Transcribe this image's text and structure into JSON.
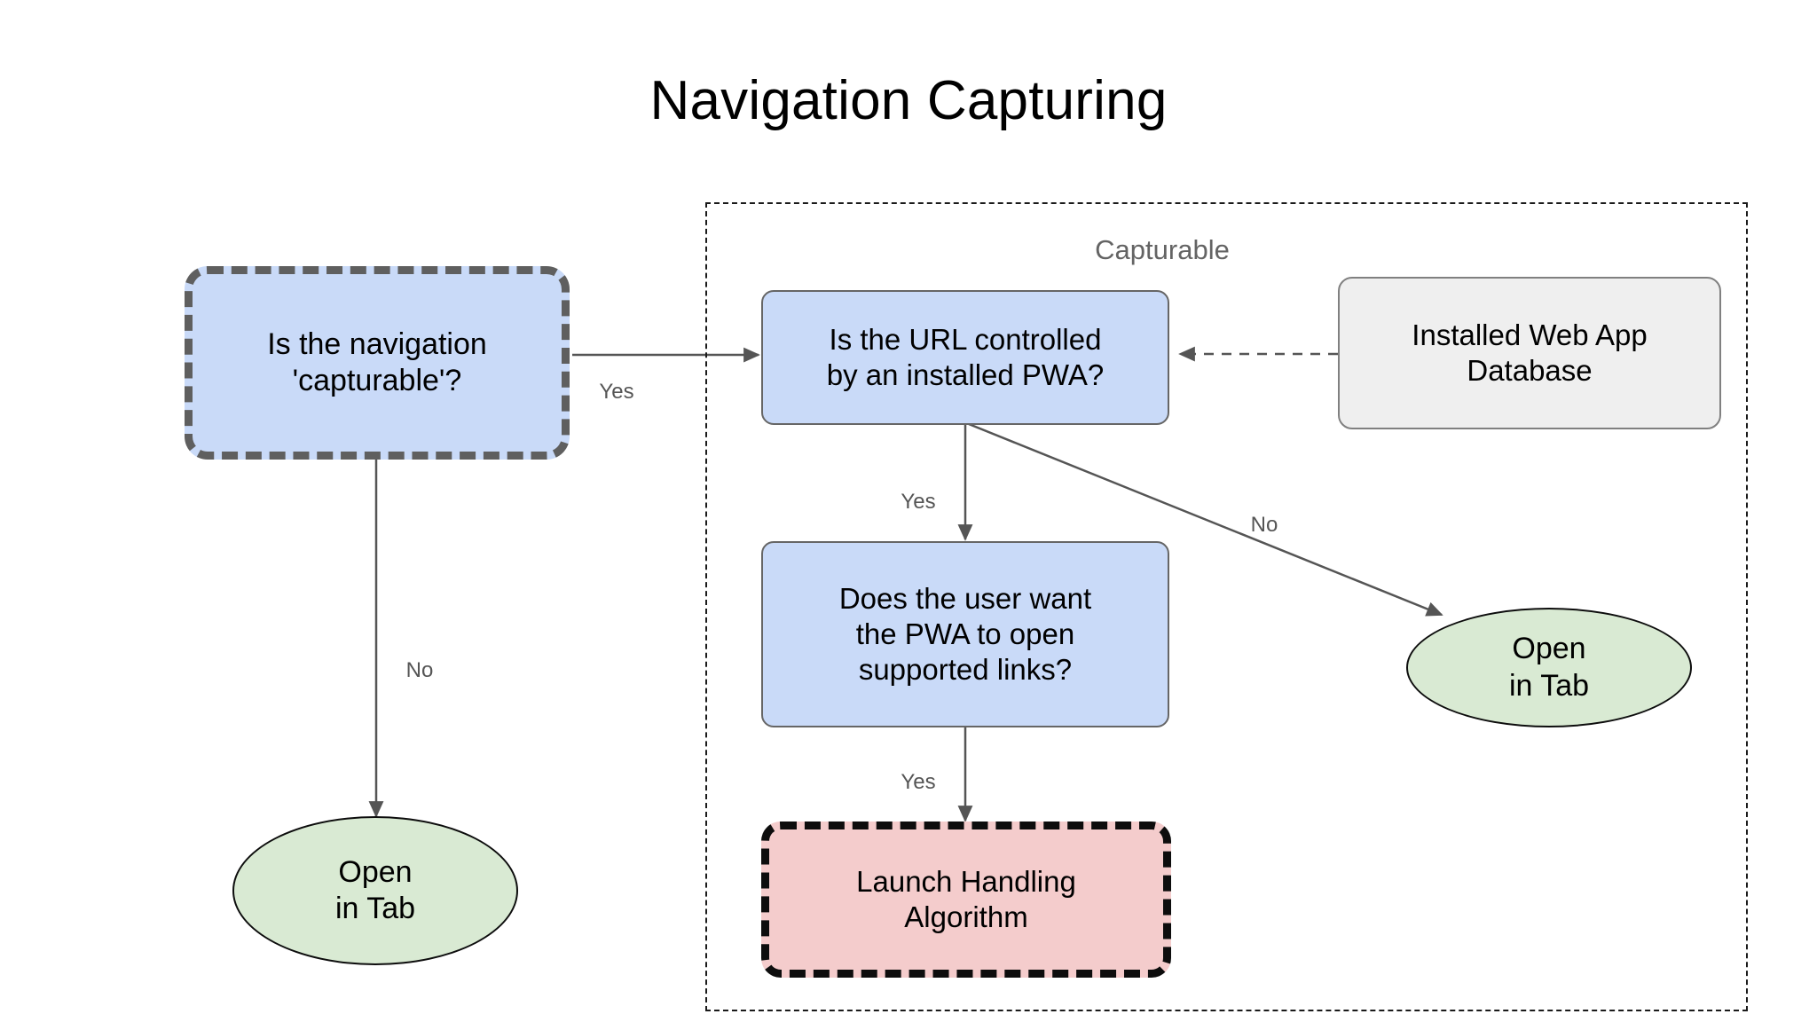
{
  "title": "Navigation Capturing",
  "group": {
    "label": "Capturable"
  },
  "nodes": {
    "is_capturable": {
      "label": "Is the navigation\n'capturable'?"
    },
    "url_controlled": {
      "label": "Is the URL controlled\nby an installed PWA?"
    },
    "web_app_db": {
      "label": "Installed Web App\nDatabase"
    },
    "user_want_pwa": {
      "label": "Does the user want\nthe PWA to open\nsupported links?"
    },
    "launch_handling": {
      "label": "Launch Handling\nAlgorithm"
    },
    "open_in_tab_left": {
      "label": "Open\nin Tab"
    },
    "open_in_tab_right": {
      "label": "Open\nin Tab"
    }
  },
  "edges": {
    "capturable_yes": "Yes",
    "capturable_no": "No",
    "url_yes": "Yes",
    "url_no": "No",
    "user_yes": "Yes"
  },
  "colors": {
    "node_blue_fill": "#c9daf8",
    "node_blue_stroke": "#666666",
    "node_pink_fill": "#f4cccc",
    "node_pink_stroke": "#0d0d0d",
    "node_gray_fill": "#efefef",
    "node_gray_stroke": "#808080",
    "node_green_fill": "#d9ead3",
    "node_green_stroke": "#0d0d0d",
    "edge_stroke": "#555555",
    "group_stroke": "#1a1a1a",
    "group_label": "#646464",
    "dashed_node_stroke": "#5f5f5f",
    "background": "#ffffff",
    "text": "#000000"
  }
}
